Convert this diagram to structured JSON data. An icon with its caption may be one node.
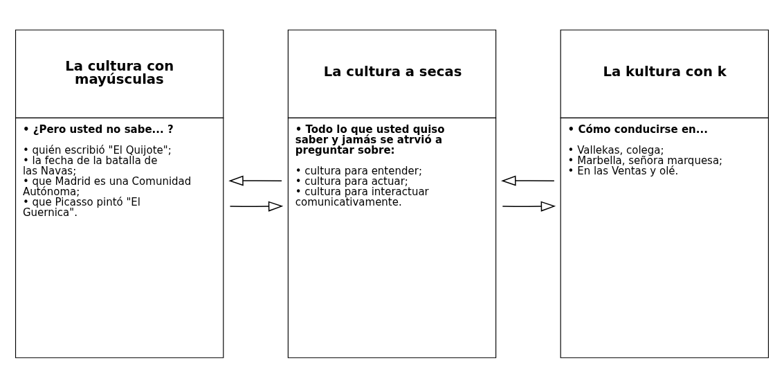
{
  "diagram": {
    "nodes": [
      {
        "text": [
          "La cultura con mayúsculas",
          "• ¿Pero usted no sabe... ?",
          "• quién escribió \"El Quijote\";",
          "• la fecha de la batalla de las Navas;",
          "• que Madrid es una Comunidad Autónoma;",
          "• que Picasso pintó \"El Guernica\"."
        ]
      },
      {
        "text": [
          "La cultura a secas",
          "• Todo lo que usted quiso saber y jamás se atrvió a preguntar sobre:",
          "• cultura para entender;",
          "• cultura para actuar;",
          "• cultura para interactuar comunicativamente."
        ]
      },
      {
        "text": [
          "La kultura con k",
          "• Cómo conducirse en...",
          "• Vallekas, colega;",
          "• Marbella, señora marquesa;",
          "• En las Ventas y olé."
        ]
      }
    ],
    "edges": [
      {
        "from": 0,
        "to": 1,
        "arrow": "to"
      },
      {
        "from": 1,
        "to": 0,
        "arrow": "to"
      },
      {
        "from": 2,
        "to": 1,
        "arrow": "to"
      },
      {
        "from": 1,
        "to": 2,
        "arrow": "to"
      }
    ]
  }
}
